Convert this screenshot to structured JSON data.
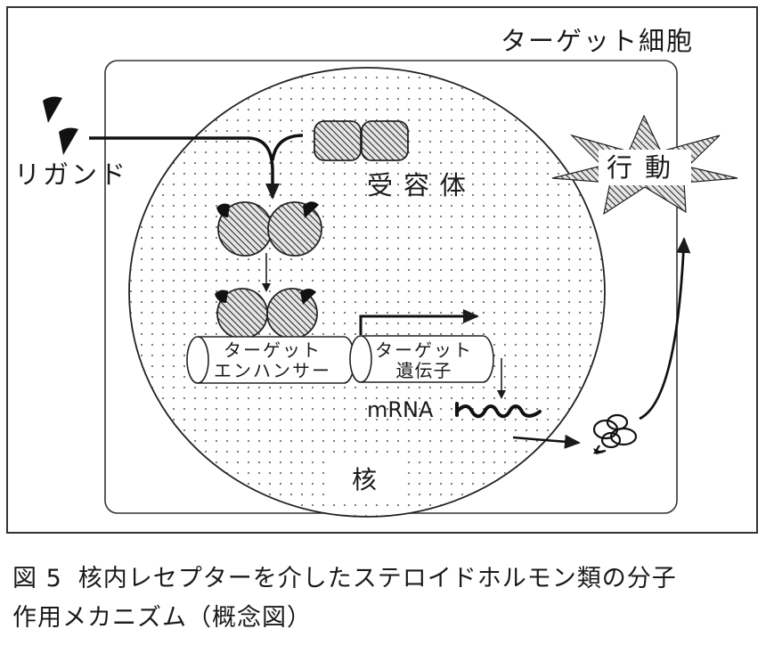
{
  "figure": {
    "cell_label": "ターゲット細胞",
    "ligand_label": "リガンド",
    "receptor_label": "受容体",
    "behavior_label": "行動",
    "enhancer_label_line1": "ターゲット",
    "enhancer_label_line2": "エンハンサー",
    "gene_label_line1": "ターゲット",
    "gene_label_line2": "遺伝子",
    "mrna_label": "mRNA",
    "nucleus_label": "核"
  },
  "caption": {
    "number": "図 5",
    "line1": "核内レセプターを介したステロイドホルモン類の分子",
    "line2": "作用メカニズム（概念図）"
  },
  "colors": {
    "ink": "#1a1a1a",
    "dots": "#6f6f6f",
    "hatch": "#3a3a3a"
  }
}
